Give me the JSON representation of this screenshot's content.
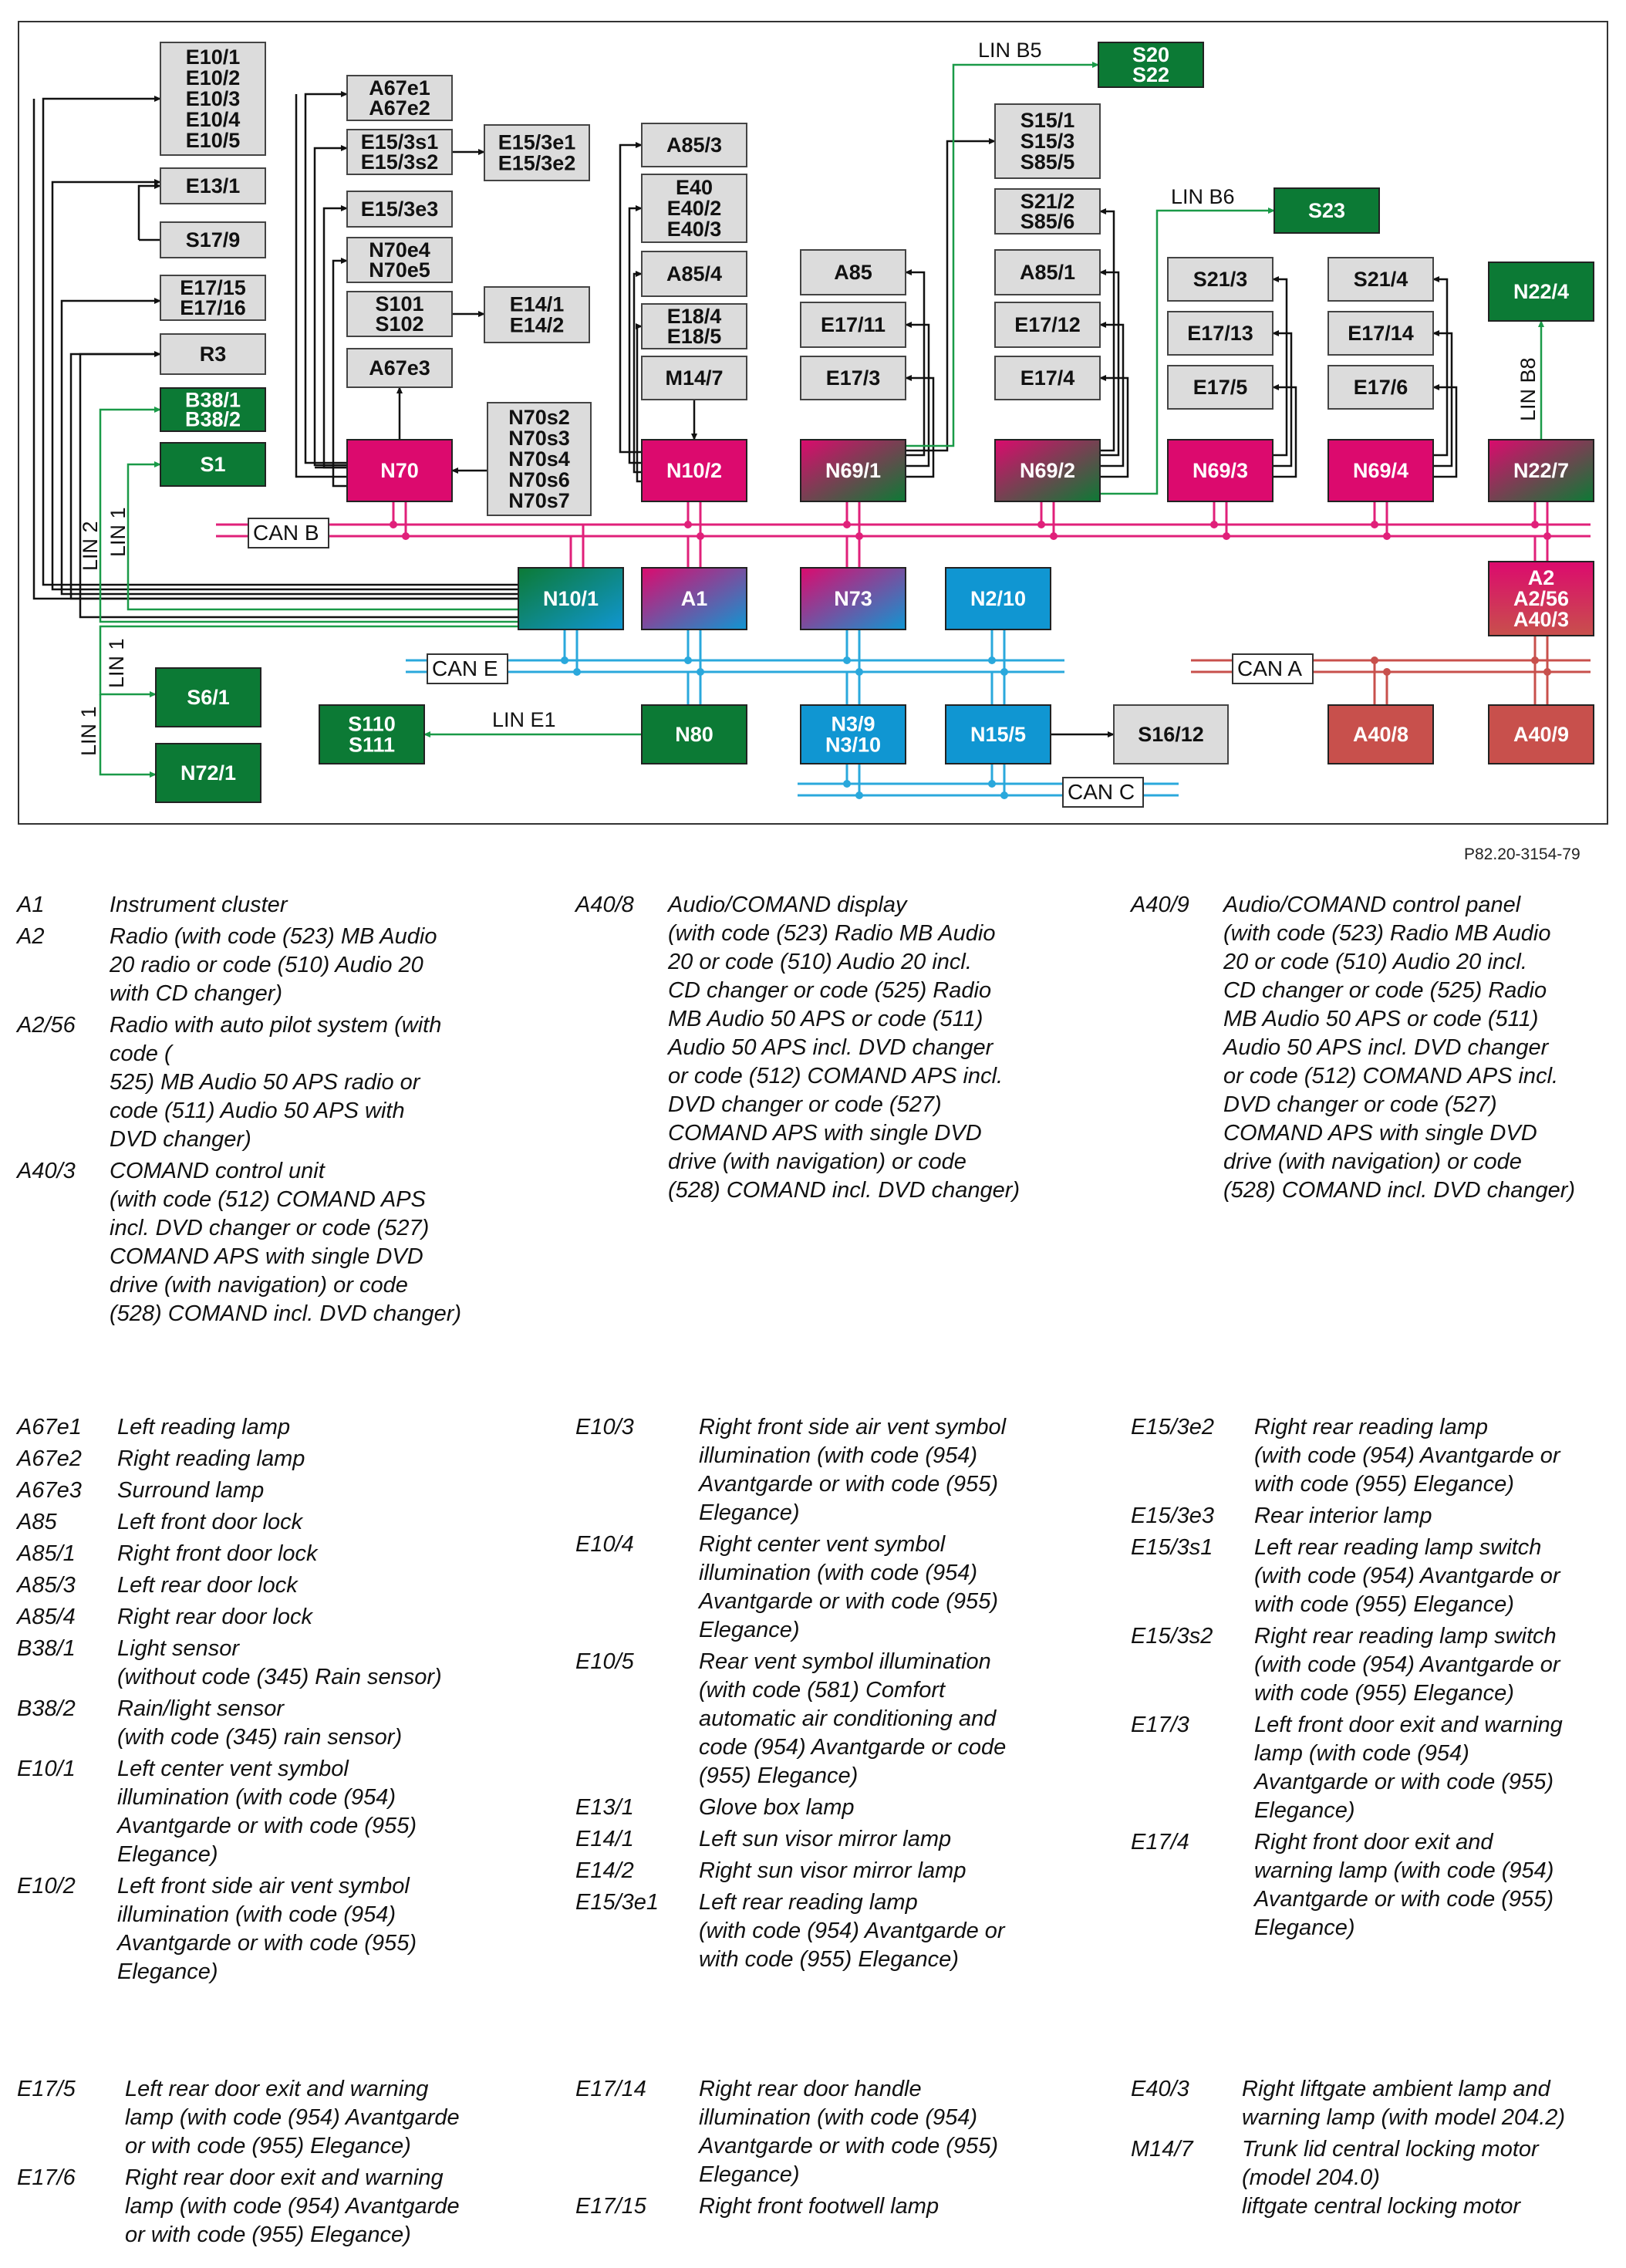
{
  "figure_ref": "P82.20-3154-79",
  "buses": {
    "can_b": "CAN B",
    "can_e": "CAN E",
    "can_c": "CAN C",
    "can_a": "CAN A",
    "lin_b5": "LIN B5",
    "lin_b6": "LIN B6",
    "lin_b8": "LIN B8",
    "lin_e1": "LIN E1",
    "lin_1": "LIN 1",
    "lin_2": "LIN 2"
  },
  "colors": {
    "gray_box": "#dcdcdc",
    "green_box": "#0c7a35",
    "magenta_box": "#dc0a6e",
    "blue_box": "#1096d2",
    "red_box": "#c8504c",
    "can_b_line": "#e0207a",
    "can_e_line": "#2aa8dc",
    "can_a_line": "#c8504c",
    "lin_line": "#1a9a48"
  },
  "components": [
    {
      "id": "e10",
      "lines": [
        "E10/1",
        "E10/2",
        "E10/3",
        "E10/4",
        "E10/5"
      ]
    },
    {
      "id": "e13_1",
      "lines": [
        "E13/1"
      ]
    },
    {
      "id": "s17_9",
      "lines": [
        "S17/9"
      ]
    },
    {
      "id": "e17_15",
      "lines": [
        "E17/15",
        "E17/16"
      ]
    },
    {
      "id": "r3",
      "lines": [
        "R3"
      ]
    },
    {
      "id": "b38",
      "lines": [
        "B38/1",
        "B38/2"
      ]
    },
    {
      "id": "s1",
      "lines": [
        "S1"
      ]
    },
    {
      "id": "a67e",
      "lines": [
        "A67e1",
        "A67e2"
      ]
    },
    {
      "id": "e15_3s",
      "lines": [
        "E15/3s1",
        "E15/3s2"
      ]
    },
    {
      "id": "e15_3e1",
      "lines": [
        "E15/3e1",
        "E15/3e2"
      ]
    },
    {
      "id": "e15_3e3",
      "lines": [
        "E15/3e3"
      ]
    },
    {
      "id": "n70e",
      "lines": [
        "N70e4",
        "N70e5"
      ]
    },
    {
      "id": "s101",
      "lines": [
        "S101",
        "S102"
      ]
    },
    {
      "id": "e14",
      "lines": [
        "E14/1",
        "E14/2"
      ]
    },
    {
      "id": "a67e3",
      "lines": [
        "A67e3"
      ]
    },
    {
      "id": "n70s",
      "lines": [
        "N70s2",
        "N70s3",
        "N70s4",
        "N70s6",
        "N70s7"
      ]
    },
    {
      "id": "n70",
      "lines": [
        "N70"
      ]
    },
    {
      "id": "a85_3",
      "lines": [
        "A85/3"
      ]
    },
    {
      "id": "e40",
      "lines": [
        "E40",
        "E40/2",
        "E40/3"
      ]
    },
    {
      "id": "a85_4",
      "lines": [
        "A85/4"
      ]
    },
    {
      "id": "e18",
      "lines": [
        "E18/4",
        "E18/5"
      ]
    },
    {
      "id": "m14_7",
      "lines": [
        "M14/7"
      ]
    },
    {
      "id": "n10_2",
      "lines": [
        "N10/2"
      ]
    },
    {
      "id": "a85",
      "lines": [
        "A85"
      ]
    },
    {
      "id": "e17_11",
      "lines": [
        "E17/11"
      ]
    },
    {
      "id": "e17_3",
      "lines": [
        "E17/3"
      ]
    },
    {
      "id": "n69_1",
      "lines": [
        "N69/1"
      ]
    },
    {
      "id": "s20",
      "lines": [
        "S20",
        "S22"
      ]
    },
    {
      "id": "s15",
      "lines": [
        "S15/1",
        "S15/3",
        "S85/5"
      ]
    },
    {
      "id": "s21_2",
      "lines": [
        "S21/2",
        "S85/6"
      ]
    },
    {
      "id": "s23",
      "lines": [
        "S23"
      ]
    },
    {
      "id": "a85_1",
      "lines": [
        "A85/1"
      ]
    },
    {
      "id": "e17_12",
      "lines": [
        "E17/12"
      ]
    },
    {
      "id": "e17_4",
      "lines": [
        "E17/4"
      ]
    },
    {
      "id": "n69_2",
      "lines": [
        "N69/2"
      ]
    },
    {
      "id": "s21_3",
      "lines": [
        "S21/3"
      ]
    },
    {
      "id": "e17_13",
      "lines": [
        "E17/13"
      ]
    },
    {
      "id": "e17_5",
      "lines": [
        "E17/5"
      ]
    },
    {
      "id": "n69_3",
      "lines": [
        "N69/3"
      ]
    },
    {
      "id": "s21_4",
      "lines": [
        "S21/4"
      ]
    },
    {
      "id": "e17_14",
      "lines": [
        "E17/14"
      ]
    },
    {
      "id": "e17_6",
      "lines": [
        "E17/6"
      ]
    },
    {
      "id": "n69_4",
      "lines": [
        "N69/4"
      ]
    },
    {
      "id": "n22_4",
      "lines": [
        "N22/4"
      ]
    },
    {
      "id": "n22_7",
      "lines": [
        "N22/7"
      ]
    },
    {
      "id": "n10_1",
      "lines": [
        "N10/1"
      ]
    },
    {
      "id": "a1",
      "lines": [
        "A1"
      ]
    },
    {
      "id": "n73",
      "lines": [
        "N73"
      ]
    },
    {
      "id": "n2_10",
      "lines": [
        "N2/10"
      ]
    },
    {
      "id": "a2",
      "lines": [
        "A2",
        "A2/56",
        "A40/3"
      ]
    },
    {
      "id": "s6_1",
      "lines": [
        "S6/1"
      ]
    },
    {
      "id": "n72_1",
      "lines": [
        "N72/1"
      ]
    },
    {
      "id": "s110",
      "lines": [
        "S110",
        "S111"
      ]
    },
    {
      "id": "n80",
      "lines": [
        "N80"
      ]
    },
    {
      "id": "n3_9",
      "lines": [
        "N3/9",
        "N3/10"
      ]
    },
    {
      "id": "n15_5",
      "lines": [
        "N15/5"
      ]
    },
    {
      "id": "s16_12",
      "lines": [
        "S16/12"
      ]
    },
    {
      "id": "a40_8",
      "lines": [
        "A40/8"
      ]
    },
    {
      "id": "a40_9",
      "lines": [
        "A40/9"
      ]
    }
  ],
  "legend": [
    [
      {
        "code": "A1",
        "desc": "Instrument cluster"
      },
      {
        "code": "A2",
        "desc": "Radio (with code (523) MB Audio\n20 radio or code (510) Audio 20\nwith CD changer)"
      },
      {
        "code": "A2/56",
        "desc": "Radio with auto pilot system (with\ncode (\n525) MB Audio 50 APS radio or\ncode (511) Audio 50 APS with\nDVD changer)"
      },
      {
        "code": "A40/3",
        "desc": "COMAND control unit\n(with code (512) COMAND APS\nincl. DVD changer or code (527)\nCOMAND APS with single DVD\ndrive (with navigation) or code\n(528) COMAND incl. DVD changer)"
      }
    ],
    [
      {
        "code": "A40/8",
        "desc": "Audio/COMAND display\n(with code (523) Radio MB Audio\n20 or code (510) Audio 20 incl.\nCD changer or code (525) Radio\nMB Audio 50 APS or code (511)\nAudio 50 APS incl. DVD changer\nor code (512) COMAND APS incl.\nDVD changer or code (527)\nCOMAND APS with single DVD\ndrive (with navigation) or code\n(528) COMAND incl. DVD changer)"
      }
    ],
    [
      {
        "code": "A40/9",
        "desc": "Audio/COMAND control panel\n(with code (523) Radio MB Audio\n20 or code (510) Audio 20 incl.\nCD changer or code (525) Radio\nMB Audio 50 APS or code (511)\nAudio 50 APS incl. DVD changer\nor code (512) COMAND APS incl.\nDVD changer or code (527)\nCOMAND APS with single DVD\ndrive (with navigation) or code\n(528) COMAND incl. DVD changer)"
      }
    ],
    [
      {
        "code": "A67e1",
        "desc": "Left reading lamp"
      },
      {
        "code": "A67e2",
        "desc": "Right reading lamp"
      },
      {
        "code": "A67e3",
        "desc": "Surround lamp"
      },
      {
        "code": "A85",
        "desc": "Left front door lock"
      },
      {
        "code": "A85/1",
        "desc": "Right front door lock"
      },
      {
        "code": "A85/3",
        "desc": "Left rear door lock"
      },
      {
        "code": "A85/4",
        "desc": "Right rear door lock"
      },
      {
        "code": "B38/1",
        "desc": "Light sensor\n(without code (345) Rain sensor)"
      },
      {
        "code": "B38/2",
        "desc": "Rain/light sensor\n(with code (345) rain sensor)"
      },
      {
        "code": "E10/1",
        "desc": "Left center vent symbol\nillumination (with code (954)\nAvantgarde or with code (955)\nElegance)"
      },
      {
        "code": "E10/2",
        "desc": "Left front side air vent symbol\nillumination (with code (954)\nAvantgarde or with code (955)\nElegance)"
      }
    ],
    [
      {
        "code": "E10/3",
        "desc": "Right front side air vent symbol\nillumination (with code (954)\nAvantgarde or with code (955)\nElegance)"
      },
      {
        "code": "E10/4",
        "desc": "Right center vent symbol\nillumination (with code (954)\nAvantgarde or with code (955)\nElegance)"
      },
      {
        "code": "E10/5",
        "desc": "Rear vent symbol illumination\n(with code (581) Comfort\nautomatic air conditioning and\ncode (954) Avantgarde or code\n(955) Elegance)"
      },
      {
        "code": "E13/1",
        "desc": "Glove box lamp"
      },
      {
        "code": "E14/1",
        "desc": "Left sun visor mirror lamp"
      },
      {
        "code": "E14/2",
        "desc": "Right sun visor mirror lamp"
      },
      {
        "code": "E15/3e1",
        "desc": "Left rear reading lamp\n(with code (954) Avantgarde or\nwith code (955) Elegance)"
      }
    ],
    [
      {
        "code": "E15/3e2",
        "desc": "Right rear reading lamp\n(with code (954) Avantgarde or\nwith code (955) Elegance)"
      },
      {
        "code": "E15/3e3",
        "desc": "Rear interior lamp"
      },
      {
        "code": "E15/3s1",
        "desc": "Left rear reading lamp switch\n(with code (954) Avantgarde or\nwith code (955) Elegance)"
      },
      {
        "code": "E15/3s2",
        "desc": "Right rear reading lamp switch\n(with code (954) Avantgarde or\nwith code (955) Elegance)"
      },
      {
        "code": "E17/3",
        "desc": "Left front door exit and warning\nlamp (with code (954)\nAvantgarde or with code (955)\nElegance)"
      },
      {
        "code": "E17/4",
        "desc": "Right front door exit and\nwarning lamp (with code (954)\nAvantgarde or with code (955)\nElegance)"
      }
    ],
    [
      {
        "code": "E17/5",
        "desc": "Left rear door exit and warning\nlamp (with code (954) Avantgarde\nor with code (955) Elegance)"
      },
      {
        "code": "E17/6",
        "desc": "Right rear door exit and warning\nlamp (with code (954) Avantgarde\nor with code (955) Elegance)"
      }
    ],
    [
      {
        "code": "E17/14",
        "desc": "Right rear door handle\nillumination (with code (954)\nAvantgarde or with code (955)\nElegance)"
      },
      {
        "code": "E17/15",
        "desc": "Right front footwell lamp"
      }
    ],
    [
      {
        "code": "E40/3",
        "desc": "Right liftgate ambient lamp and\nwarning lamp (with model 204.2)"
      },
      {
        "code": "M14/7",
        "desc": "Trunk lid central locking motor\n(model 204.0)\nliftgate central locking motor"
      }
    ]
  ]
}
